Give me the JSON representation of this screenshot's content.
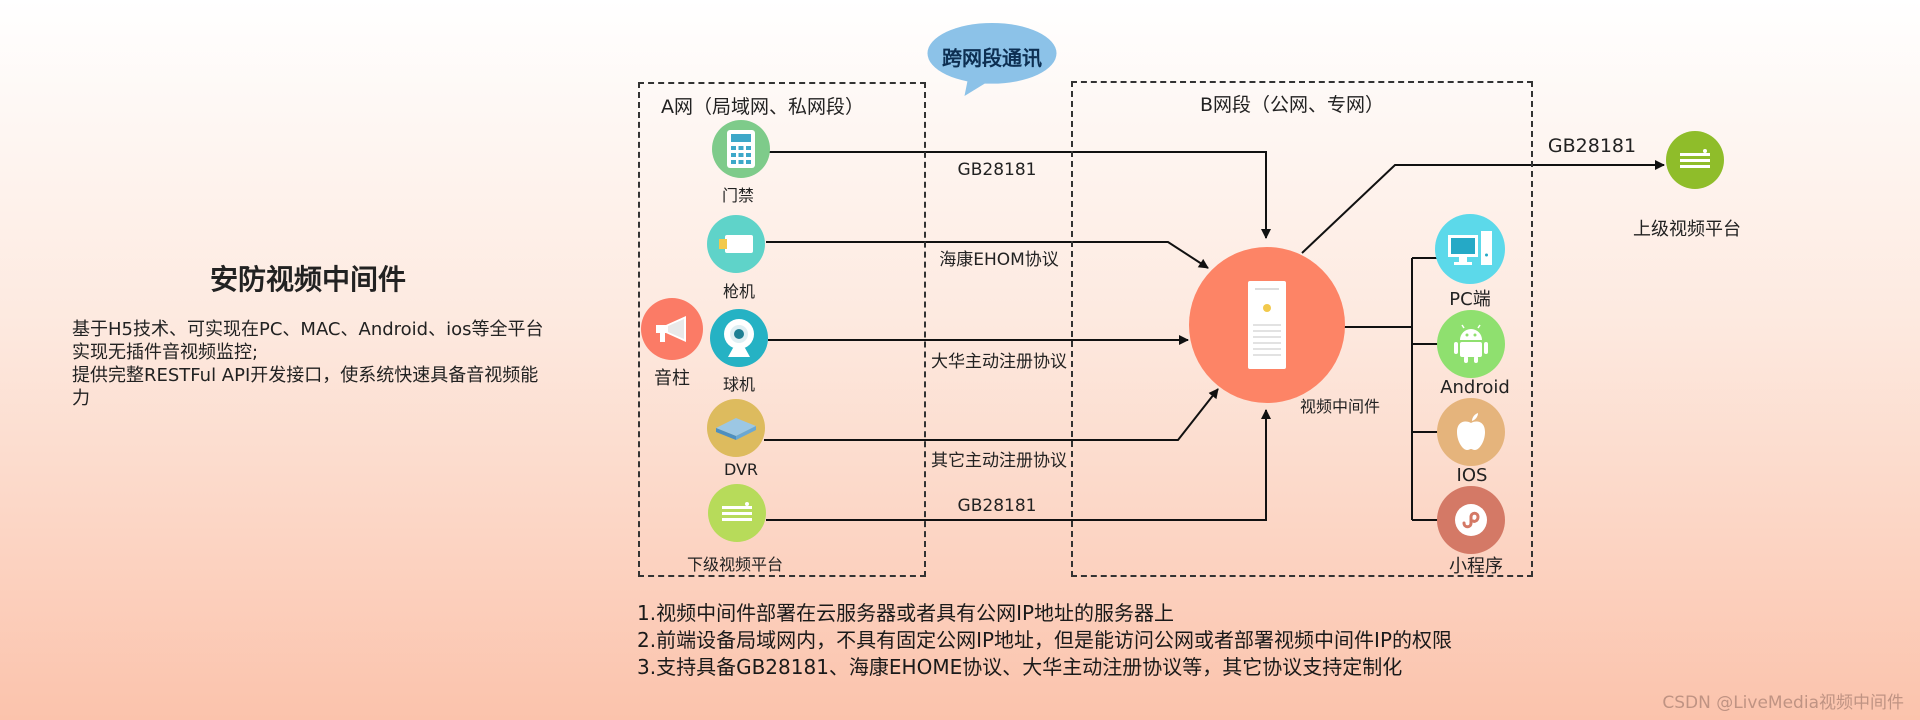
{
  "left_panel": {
    "title": "安防视频中间件",
    "description": [
      "基于H5技术、可实现在PC、MAC、Android、ios等全平台",
      "实现无插件音视频监控;",
      "提供完整RESTFul  API开发接口，使系统快速具备音视频能",
      "力"
    ]
  },
  "bubble": "跨网段通讯",
  "zone_a": {
    "title": "A网（局域网、私网段）",
    "devices": {
      "access_control": "门禁",
      "bullet_camera": "枪机",
      "speaker_column": "音柱",
      "dome_camera": "球机",
      "dvr": "DVR",
      "sub_platform": "下级视频平台"
    }
  },
  "protocols": [
    "GB28181",
    "海康EHOM协议",
    "大华主动注册协议",
    "其它主动注册协议",
    "GB28181"
  ],
  "zone_b": {
    "title": "B网段（公网、专网）",
    "middleware": "视频中间件",
    "clients": [
      "PC端",
      "Android",
      "IOS",
      "小程序"
    ]
  },
  "upstream": {
    "protocol": "GB28181",
    "label": "上级视频平台"
  },
  "notes": [
    "1.视频中间件部署在云服务器或者具有公网IP地址的服务器上",
    "2.前端设备局域网内，不具有固定公网IP地址，但是能访问公网或者部署视频中间件IP的权限",
    "3.支持具备GB28181、海康EHOME协议、大华主动注册协议等，其它协议支持定制化"
  ],
  "watermark": "CSDN @LiveMedia视频中间件",
  "colors": {
    "middleware": "#fd8466",
    "access_control": "#7ecb8a",
    "bullet_camera": "#5fd3c9",
    "speaker_column": "#fb7b66",
    "dome_camera": "#25b2c4",
    "dvr": "#ddbb5e",
    "sub_platform": "#b7db5a",
    "upstream": "#8fbd2a",
    "pc": "#5cd9ea",
    "android": "#8fe06f",
    "ios": "#e5b47c",
    "mini_program": "#d47966",
    "bubble": "#8cc2e8"
  },
  "icons": {
    "access_control": "keypad-icon",
    "bullet_camera": "bullet-camera-icon",
    "speaker_column": "megaphone-icon",
    "dome_camera": "dome-camera-icon",
    "dvr": "dvr-icon",
    "sub_platform": "platform-icon",
    "middleware": "server-icon",
    "pc": "desktop-icon",
    "android": "android-icon",
    "ios": "apple-icon",
    "mini_program": "mini-program-icon",
    "upstream": "platform-icon"
  }
}
